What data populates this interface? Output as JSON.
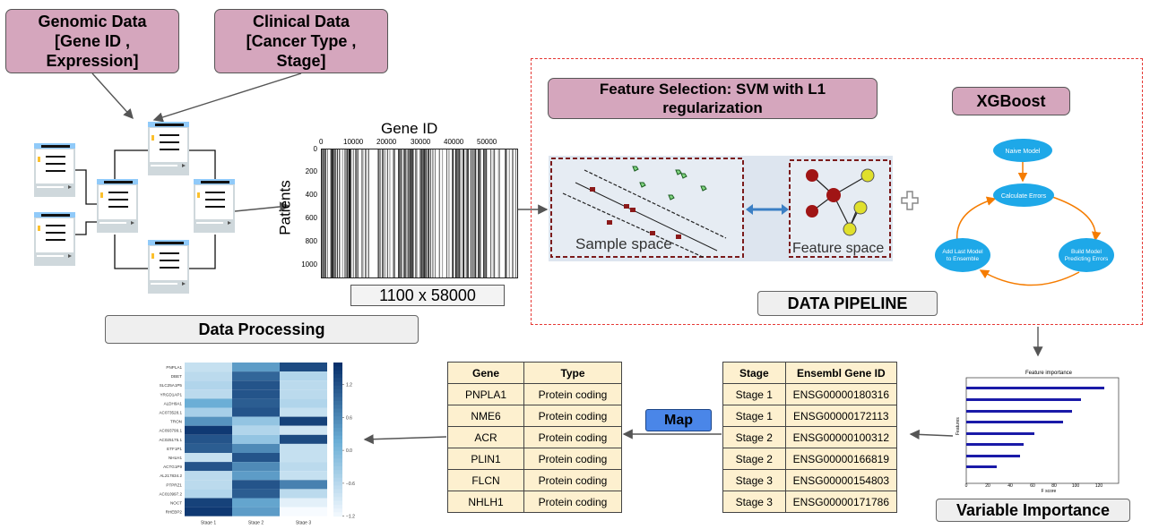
{
  "genomic_box": {
    "line1": "Genomic Data",
    "line2": "[Gene ID ,",
    "line3": "Expression]"
  },
  "clinical_box": {
    "line1": "Clinical Data",
    "line2": "[Cancer Type ,",
    "line3": "Stage]"
  },
  "data_processing": {
    "label": "Data Processing"
  },
  "matrix": {
    "title": "Gene ID",
    "ylabel": "Patients",
    "x_ticks": [
      "0",
      "10000",
      "20000",
      "30000",
      "40000",
      "50000"
    ],
    "y_ticks": [
      "0",
      "200",
      "400",
      "600",
      "800",
      "1000"
    ],
    "size_label": "1100 x 58000"
  },
  "pipeline": {
    "label": "DATA PIPELINE",
    "feature_selection": {
      "line1": "Feature Selection: SVM with L1",
      "line2": "regularization"
    },
    "sample_space": "Sample space",
    "feature_space": "Feature space",
    "xgboost": {
      "label": "XGBoost",
      "naive": "Naive Model",
      "calc": "Calculate Errors",
      "build_line1": "Build Model",
      "build_line2": "Predicting Errors",
      "add_line1": "Add Last Model",
      "add_line2": "to Ensemble"
    }
  },
  "variable_importance": {
    "label": "Variable Importance",
    "title": "Feature importance",
    "xlabel": "F score",
    "ylabel": "Features",
    "x_ticks": [
      "0",
      "20",
      "40",
      "60",
      "80",
      "100",
      "120"
    ]
  },
  "stage_table": {
    "headers": [
      "Stage",
      "Ensembl Gene ID"
    ],
    "rows": [
      [
        "Stage 1",
        "ENSG00000180316"
      ],
      [
        "Stage 1",
        "ENSG00000172113"
      ],
      [
        "Stage 2",
        "ENSG00000100312"
      ],
      [
        "Stage 2",
        "ENSG00000166819"
      ],
      [
        "Stage 3",
        "ENSG00000154803"
      ],
      [
        "Stage 3",
        "ENSG00000171786"
      ]
    ]
  },
  "map_label": "Map",
  "gene_table": {
    "headers": [
      "Gene",
      "Type"
    ],
    "rows": [
      [
        "PNPLA1",
        "Protein coding"
      ],
      [
        "NME6",
        "Protein coding"
      ],
      [
        "ACR",
        "Protein coding"
      ],
      [
        "PLIN1",
        "Protein coding"
      ],
      [
        "FLCN",
        "Protein coding"
      ],
      [
        "NHLH1",
        "Protein coding"
      ]
    ]
  },
  "heatmap": {
    "rows": [
      "PNPLA1",
      "DBET",
      "SLC25A1P5",
      "YRGD1AP1",
      "ALDH9A1",
      "AC073528.1",
      "TRON",
      "AC093799.1",
      "AC025175.1",
      "ETF1P1",
      "NHLH1",
      "ACTG1P9",
      "AL217834.2",
      "PTPRZ1",
      "AC010997.2",
      "NOCT",
      "RHEBP2"
    ],
    "columns": [
      "Stage 1",
      "Stage 2",
      "Stage 3"
    ],
    "colorbar_ticks": [
      "1.2",
      "0.6",
      "0.0",
      "−0.6",
      "−1.2"
    ],
    "values": [
      [
        -0.7,
        0.4,
        1.3
      ],
      [
        -0.6,
        1.0,
        -0.5
      ],
      [
        -0.5,
        1.2,
        -0.6
      ],
      [
        -0.6,
        1.2,
        -0.6
      ],
      [
        0.2,
        1.1,
        -0.5
      ],
      [
        -0.4,
        1.2,
        -0.7
      ],
      [
        0.5,
        -0.2,
        1.4
      ],
      [
        1.5,
        -0.5,
        -0.8
      ],
      [
        1.2,
        -0.2,
        1.3
      ],
      [
        1.1,
        0.6,
        -0.7
      ],
      [
        -0.7,
        1.2,
        -0.7
      ],
      [
        1.2,
        0.6,
        -0.6
      ],
      [
        -0.6,
        0.4,
        -0.7
      ],
      [
        -0.6,
        1.2,
        0.7
      ],
      [
        -0.5,
        1.1,
        -0.6
      ],
      [
        1.4,
        0.3,
        -1.0
      ],
      [
        1.5,
        0.4,
        -1.2
      ]
    ]
  }
}
